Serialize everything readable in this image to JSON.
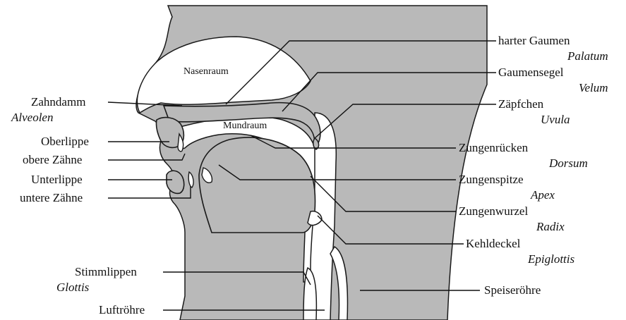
{
  "diagram": {
    "inner_labels": {
      "nasal_cavity": "Nasenraum",
      "oral_cavity": "Mundraum"
    },
    "labels": [
      {
        "id": "alveolen",
        "german": "Zahndamm",
        "latin": "Alveolen"
      },
      {
        "id": "oberlippe",
        "german": "Oberlippe",
        "latin": ""
      },
      {
        "id": "obere-zaehne",
        "german": "obere Zähne",
        "latin": ""
      },
      {
        "id": "unterlippe",
        "german": "Unterlippe",
        "latin": ""
      },
      {
        "id": "untere-zaehne",
        "german": "untere Zähne",
        "latin": ""
      },
      {
        "id": "stimmlippen",
        "german": "Stimmlippen",
        "latin": "Glottis"
      },
      {
        "id": "luftroehre",
        "german": "Luftröhre",
        "latin": ""
      },
      {
        "id": "palatum",
        "german": "harter Gaumen",
        "latin": "Palatum"
      },
      {
        "id": "velum",
        "german": "Gaumensegel",
        "latin": "Velum"
      },
      {
        "id": "uvula",
        "german": "Zäpfchen",
        "latin": "Uvula"
      },
      {
        "id": "dorsum",
        "german": "Zungenrücken",
        "latin": "Dorsum"
      },
      {
        "id": "apex",
        "german": "Zungenspitze",
        "latin": "Apex"
      },
      {
        "id": "radix",
        "german": "Zungenwurzel",
        "latin": "Radix"
      },
      {
        "id": "epiglottis",
        "german": "Kehldeckel",
        "latin": "Epiglottis"
      },
      {
        "id": "speiseroehre",
        "german": "Speiseröhre",
        "latin": ""
      }
    ],
    "colors": {
      "tissue": "#b9b9b9",
      "outline": "#1a1a1a",
      "cavity": "#ffffff"
    }
  }
}
